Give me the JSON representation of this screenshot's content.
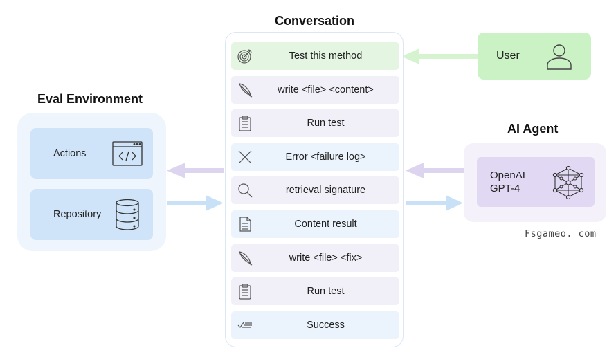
{
  "titles": {
    "conversation": "Conversation",
    "eval_environment": "Eval Environment",
    "ai_agent": "AI Agent"
  },
  "conversation": {
    "messages": [
      {
        "label": "Test this method",
        "icon": "target-icon",
        "style": "green"
      },
      {
        "label": "write <file> <content>",
        "icon": "quill-icon",
        "style": "purple"
      },
      {
        "label": "Run test",
        "icon": "clipboard-icon",
        "style": "purple"
      },
      {
        "label": "Error <failure log>",
        "icon": "x-icon",
        "style": "blue"
      },
      {
        "label": "retrieval signature",
        "icon": "magnifier-icon",
        "style": "purple"
      },
      {
        "label": "Content result",
        "icon": "document-icon",
        "style": "blue"
      },
      {
        "label": "write <file> <fix>",
        "icon": "quill-icon",
        "style": "purple"
      },
      {
        "label": "Run test",
        "icon": "clipboard-icon",
        "style": "purple"
      },
      {
        "label": "Success",
        "icon": "check-list-icon",
        "style": "blue"
      }
    ]
  },
  "eval_environment": {
    "actions_label": "Actions",
    "repository_label": "Repository"
  },
  "user": {
    "label": "User"
  },
  "agent": {
    "line1": "OpenAI",
    "line2": "GPT-4"
  },
  "watermark": "Fsgameo. com",
  "colors": {
    "green_msg": "#e4f6e1",
    "purple_msg": "#f1eff8",
    "blue_msg": "#ebf3fc",
    "env_card": "#cfe4f8",
    "user_box": "#cbf2c5",
    "agent_card": "#e1d9f3",
    "arrow_green": "#d6f3d0",
    "arrow_purple": "#ddd4ef",
    "arrow_blue": "#c9e1f7"
  }
}
